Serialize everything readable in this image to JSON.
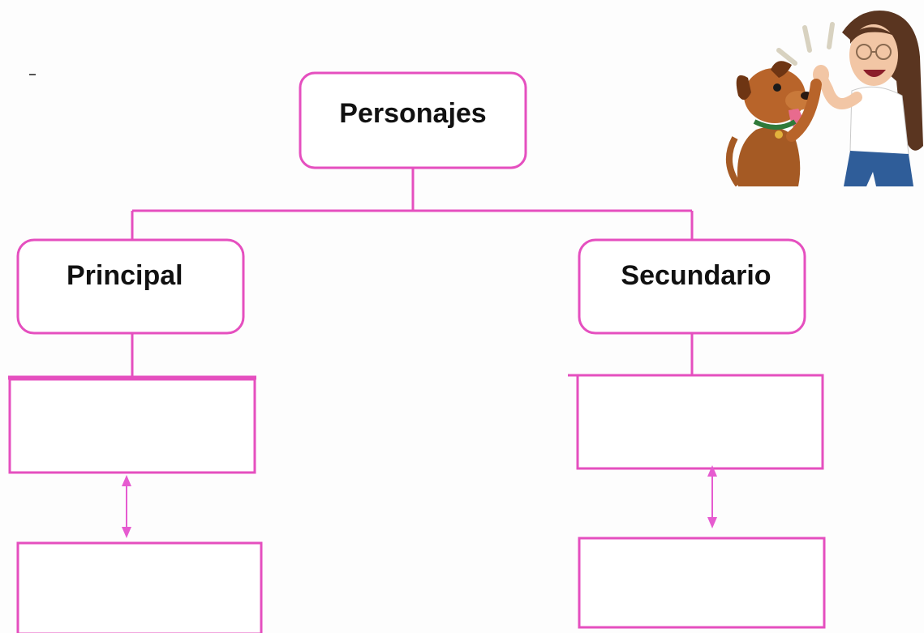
{
  "diagram": {
    "root": {
      "label": "Personajes"
    },
    "left": {
      "label": "Principal"
    },
    "right": {
      "label": "Secundario"
    }
  },
  "colors": {
    "accent": "#e54fbf",
    "arrow": "#e65bd0",
    "text": "#111111",
    "background": "#fdfdfd"
  },
  "illustration": {
    "icon": "dog-and-woman-high-five-icon"
  }
}
